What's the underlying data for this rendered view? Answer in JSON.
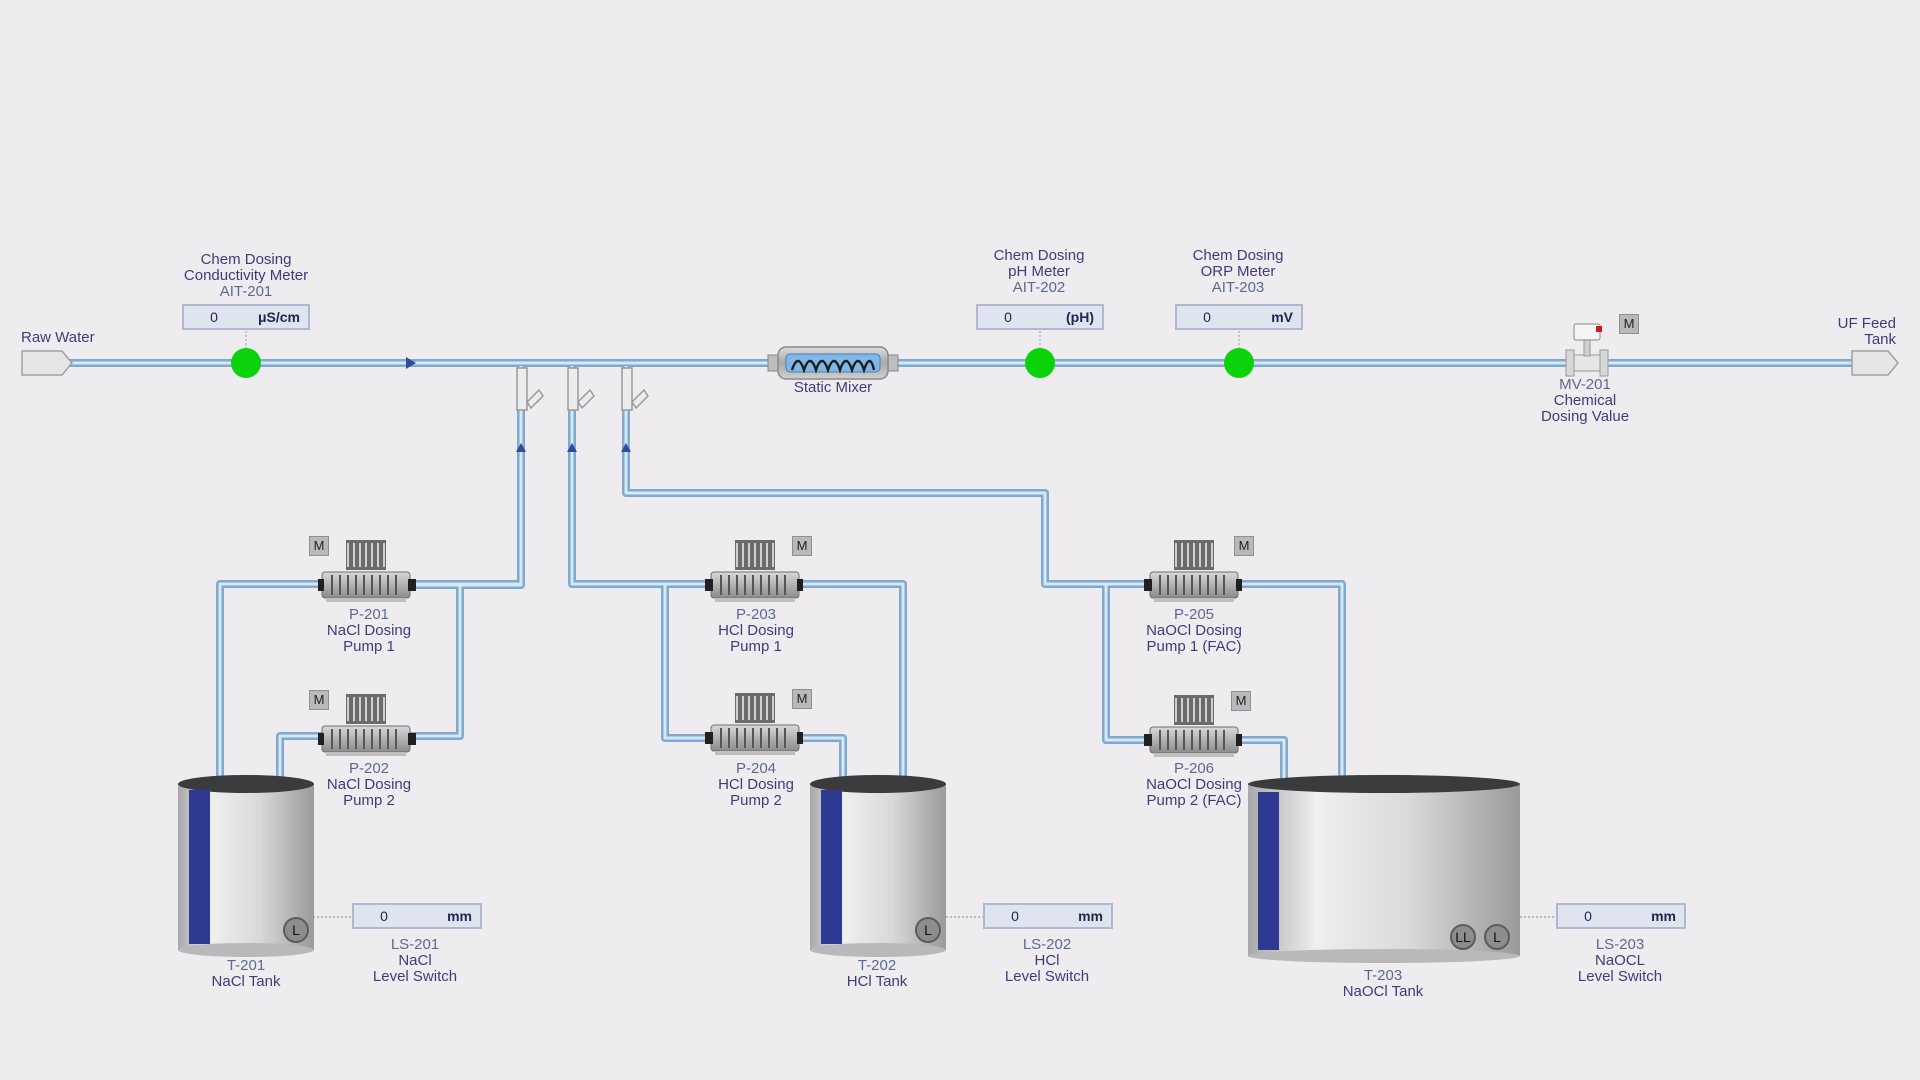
{
  "stream": {
    "source": "Raw Water",
    "destination_line1": "UF Feed",
    "destination_line2": "Tank"
  },
  "mixer": {
    "label": "Static Mixer"
  },
  "meters": [
    {
      "name_line1": "Chem Dosing",
      "name_line2": "Conductivity Meter",
      "tag": "AIT-201",
      "value": "0",
      "unit": "μS/cm"
    },
    {
      "name_line1": "Chem Dosing",
      "name_line2": "pH Meter",
      "tag": "AIT-202",
      "value": "0",
      "unit": "(pH)"
    },
    {
      "name_line1": "Chem Dosing",
      "name_line2": "ORP Meter",
      "tag": "AIT-203",
      "value": "0",
      "unit": "mV"
    }
  ],
  "valve": {
    "tag": "MV-201",
    "name_line1": "Chemical",
    "name_line2": "Dosing Value",
    "mode": "M"
  },
  "pumps": [
    {
      "tag": "P-201",
      "name_line1": "NaCl Dosing",
      "name_line2": "Pump 1",
      "mode": "M"
    },
    {
      "tag": "P-202",
      "name_line1": "NaCl Dosing",
      "name_line2": "Pump 2",
      "mode": "M"
    },
    {
      "tag": "P-203",
      "name_line1": "HCl Dosing",
      "name_line2": "Pump 1",
      "mode": "M"
    },
    {
      "tag": "P-204",
      "name_line1": "HCl Dosing",
      "name_line2": "Pump 2",
      "mode": "M"
    },
    {
      "tag": "P-205",
      "name_line1": "NaOCl Dosing",
      "name_line2": "Pump 1 (FAC)",
      "mode": "M"
    },
    {
      "tag": "P-206",
      "name_line1": "NaOCl Dosing",
      "name_line2": "Pump 2 (FAC)",
      "mode": "M"
    }
  ],
  "tanks": [
    {
      "tag": "T-201",
      "name": "NaCl Tank",
      "level_indicators": [
        "L"
      ]
    },
    {
      "tag": "T-202",
      "name": "HCl Tank",
      "level_indicators": [
        "L"
      ]
    },
    {
      "tag": "T-203",
      "name": "NaOCl Tank",
      "level_indicators": [
        "LL",
        "L"
      ]
    }
  ],
  "level_switches": [
    {
      "tag": "LS-201",
      "name_line1": "NaCl",
      "name_line2": "Level Switch",
      "value": "0",
      "unit": "mm"
    },
    {
      "tag": "LS-202",
      "name_line1": "HCl",
      "name_line2": "Level Switch",
      "value": "0",
      "unit": "mm"
    },
    {
      "tag": "LS-203",
      "name_line1": "NaOCL",
      "name_line2": "Level Switch",
      "value": "0",
      "unit": "mm"
    }
  ],
  "colors": {
    "background": "#eeecee",
    "pipe_outer": "#7fa9cf",
    "pipe_inner": "#cfe2f3",
    "sensor_ok": "#0bd30b",
    "tank_band": "#2e3a92",
    "label_text": "#3d3d7a"
  }
}
